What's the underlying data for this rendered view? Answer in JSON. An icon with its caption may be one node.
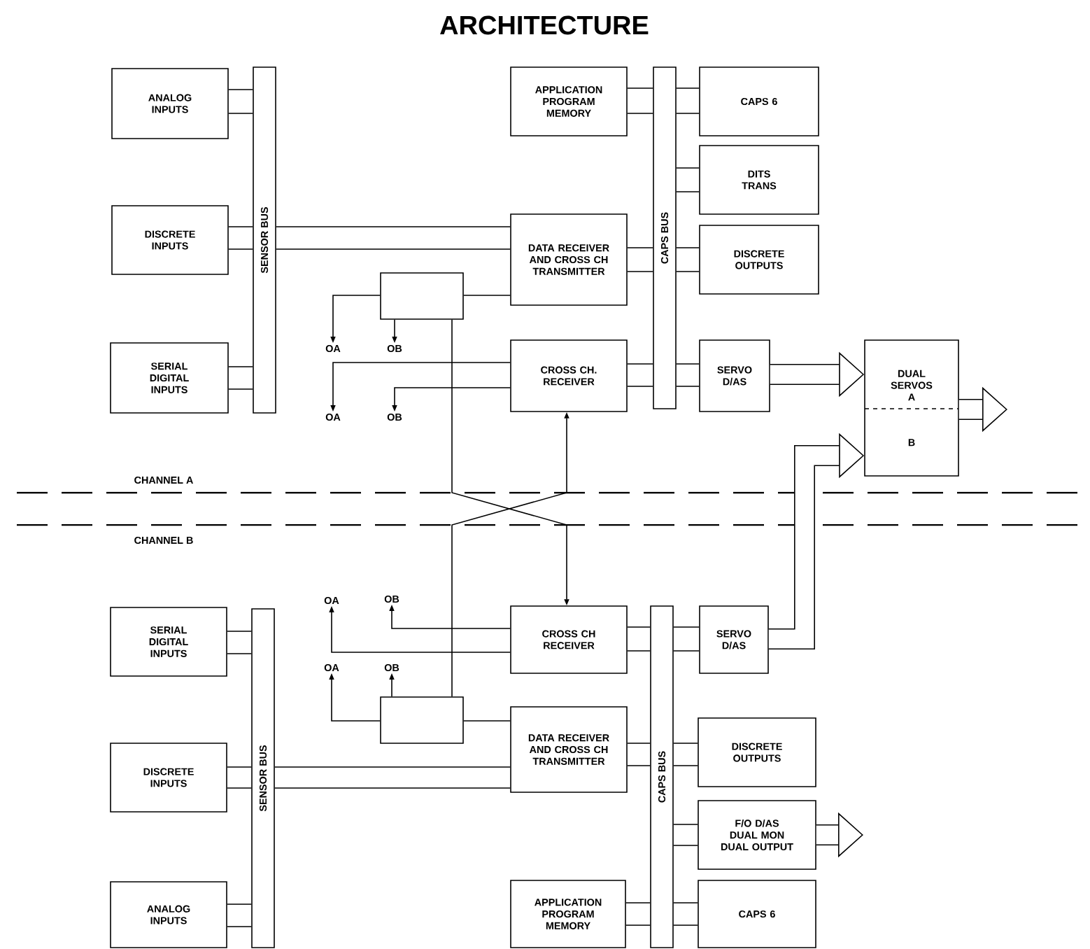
{
  "diagram": {
    "title": "ARCHITECTURE",
    "nodes": [
      {
        "text": [
          "ANALOG INPUTS"
        ]
      },
      {
        "text": [
          "DISCRETE INPUTS"
        ]
      },
      {
        "text": [
          "SERIAL DIGITAL INPUTS"
        ]
      },
      {
        "text": [
          "SENSOR BUS"
        ]
      },
      {
        "text": [
          "APPLICATION PROGRAM MEMORY"
        ]
      },
      {
        "text": [
          "DATA RECEIVER AND CROSS CH TRANSMITTER"
        ]
      },
      {
        "text": [],
        "shape": "box"
      },
      {
        "text": [
          "OA"
        ]
      },
      {
        "text": [
          "OB"
        ]
      },
      {
        "text": [
          "CROSS CH. RECEIVER"
        ]
      },
      {
        "text": [
          "OA"
        ]
      },
      {
        "text": [
          "OB"
        ]
      },
      {
        "text": [
          "CAPS BUS"
        ]
      },
      {
        "text": [
          "CAPS 6"
        ]
      },
      {
        "text": [
          "DITS TRANS"
        ]
      },
      {
        "text": [
          "DISCRETE OUTPUTS"
        ]
      },
      {
        "text": [
          "SERVO D/AS"
        ]
      },
      {
        "text": [
          "DUAL SERVOS A",
          "B"
        ]
      },
      {
        "text": [
          "OA"
        ]
      },
      {
        "text": [
          "OB"
        ]
      },
      {
        "text": [
          "SERIAL DIGITAL INPUTS"
        ]
      },
      {
        "text": [
          "SENSOR BUS"
        ]
      },
      {
        "text": [
          "CROSS CH RECEIVER"
        ]
      },
      {
        "text": [
          "CAPS BUS"
        ]
      },
      {
        "text": [
          "SERVO D/AS"
        ]
      },
      {
        "text": [
          "OA"
        ]
      },
      {
        "text": [
          "OB"
        ]
      },
      {
        "text": [],
        "shape": "box"
      },
      {
        "text": [
          "DATA RECEIVER AND CROSS CH TRANSMITTER"
        ]
      },
      {
        "text": [
          "DISCRETE INPUTS"
        ]
      },
      {
        "text": [
          "DISCRETE OUTPUTS"
        ]
      },
      {
        "text": [
          "F/O D/AS DUAL MON DUAL OUTPUT"
        ]
      },
      {
        "text": [
          "ANALOG INPUTS"
        ]
      },
      {
        "text": [
          "APPLICATION PROGRAM MEMORY"
        ]
      },
      {
        "text": [
          "CAPS 6"
        ]
      }
    ],
    "edges": [
      {
        "from": 0,
        "to": 3,
        "arrow": "none"
      },
      {
        "from": 1,
        "to": 3,
        "arrow": "none"
      },
      {
        "from": 2,
        "to": 3,
        "arrow": "none"
      },
      {
        "from": 3,
        "to": 5,
        "arrow": "none"
      },
      {
        "from": 6,
        "to": 5,
        "arrow": "none"
      },
      {
        "from": 6,
        "to": 7,
        "arrow": "to"
      },
      {
        "from": 6,
        "to": 8,
        "arrow": "to"
      },
      {
        "from": 9,
        "to": 10,
        "arrow": "to"
      },
      {
        "from": 9,
        "to": 11,
        "arrow": "to"
      },
      {
        "from": 4,
        "to": 12,
        "arrow": "none"
      },
      {
        "from": 5,
        "to": 12,
        "arrow": "none"
      },
      {
        "from": 9,
        "to": 12,
        "arrow": "none"
      },
      {
        "from": 12,
        "to": 13,
        "arrow": "none"
      },
      {
        "from": 12,
        "to": 14,
        "arrow": "none"
      },
      {
        "from": 12,
        "to": 15,
        "arrow": "none"
      },
      {
        "from": 12,
        "to": 16,
        "arrow": "none"
      },
      {
        "from": 16,
        "to": 17,
        "arrow": "to",
        "style": "thick"
      },
      {
        "from": 17,
        "to": null,
        "arrow": "to",
        "style": "thick"
      },
      {
        "from": 6,
        "to": 22,
        "arrow": "to"
      },
      {
        "from": 27,
        "to": 9,
        "arrow": "to"
      },
      {
        "from": 22,
        "to": 18,
        "arrow": "to"
      },
      {
        "from": 22,
        "to": 19,
        "arrow": "to"
      },
      {
        "from": 27,
        "to": 25,
        "arrow": "to"
      },
      {
        "from": 27,
        "to": 26,
        "arrow": "to"
      },
      {
        "from": 27,
        "to": 28,
        "arrow": "none"
      },
      {
        "from": 20,
        "to": 21,
        "arrow": "none"
      },
      {
        "from": 29,
        "to": 21,
        "arrow": "none"
      },
      {
        "from": 21,
        "to": 28,
        "arrow": "none"
      },
      {
        "from": 32,
        "to": 21,
        "arrow": "none"
      },
      {
        "from": 22,
        "to": 23,
        "arrow": "none"
      },
      {
        "from": 28,
        "to": 23,
        "arrow": "none"
      },
      {
        "from": 33,
        "to": 23,
        "arrow": "none"
      },
      {
        "from": 23,
        "to": 24,
        "arrow": "none"
      },
      {
        "from": 23,
        "to": 30,
        "arrow": "none"
      },
      {
        "from": 23,
        "to": 31,
        "arrow": "none"
      },
      {
        "from": 23,
        "to": 34,
        "arrow": "none"
      },
      {
        "from": 24,
        "to": 17,
        "arrow": "to",
        "style": "thick"
      },
      {
        "from": 31,
        "to": null,
        "arrow": "to",
        "style": "thick"
      }
    ],
    "labels": [
      "CHANNEL A",
      "CHANNEL B"
    ]
  }
}
